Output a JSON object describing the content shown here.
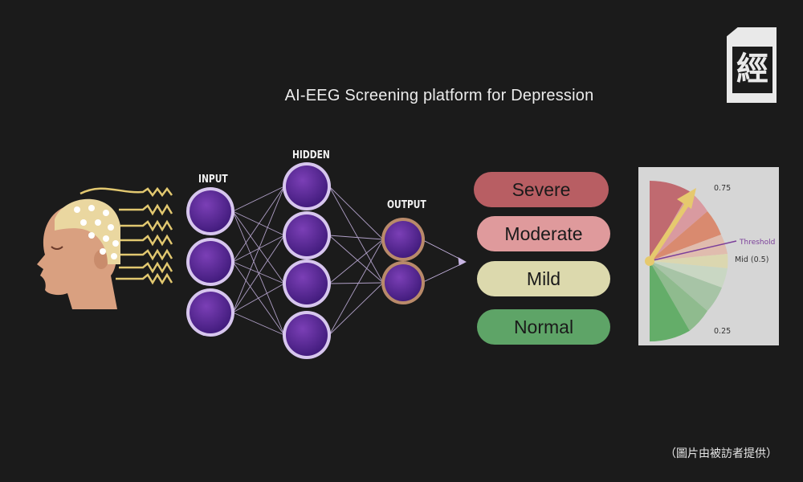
{
  "title": "AI-EEG Screening platform for Depression",
  "network": {
    "input_label": "INPUT",
    "hidden_label": "HIDDEN",
    "output_label": "OUTPUT"
  },
  "severity_levels": [
    {
      "label": "Severe",
      "color": "#b85e63"
    },
    {
      "label": "Moderate",
      "color": "#df9a9c"
    },
    {
      "label": "Mild",
      "color": "#dcd9ad"
    },
    {
      "label": "Normal",
      "color": "#5ea467"
    }
  ],
  "gauge": {
    "label_075": "0.75",
    "label_threshold": "Threshold",
    "label_mid": "Mid (0.5)",
    "label_025": "0.25"
  },
  "logo_char": "經",
  "caption": "（圖片由被訪者提供）"
}
